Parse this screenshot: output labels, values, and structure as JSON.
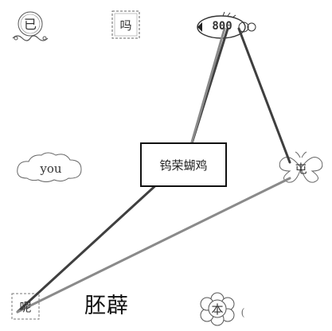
{
  "tiles": {
    "ji": "已",
    "ma": "吗",
    "badge": "800",
    "you": "you",
    "tun": "屯",
    "ne": "呢",
    "ben": "本",
    "paren": "("
  },
  "target_box_text": "钨荣蝴鸡",
  "big_text": "胚薜",
  "colors": {
    "line_dark": "#3f3f3f",
    "line_light": "#8a8a8a",
    "ink": "#444444"
  }
}
